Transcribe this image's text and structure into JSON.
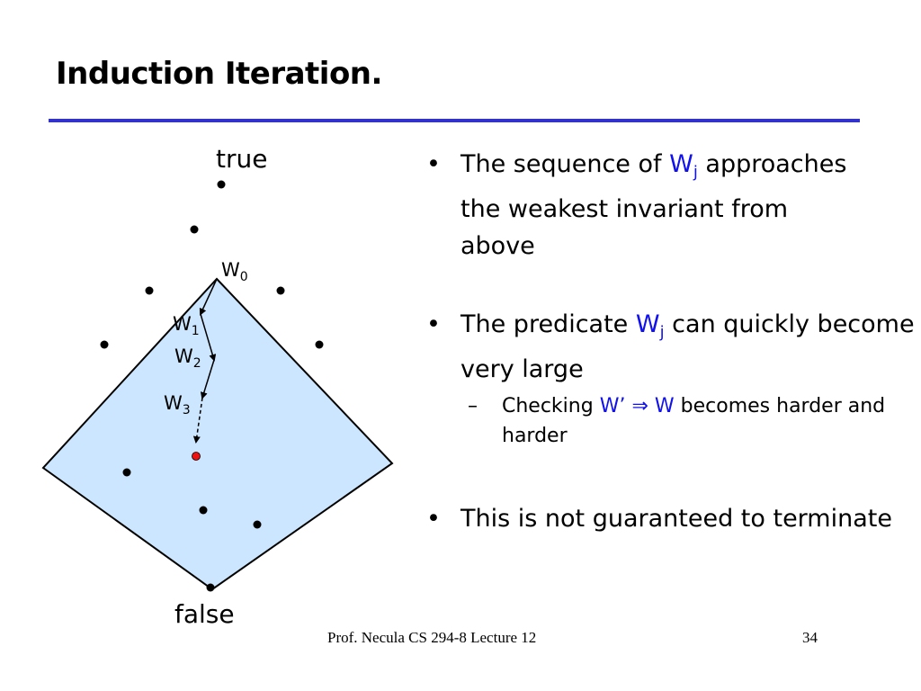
{
  "slide": {
    "title": "Induction Iteration.",
    "rule_color": "#3333cc"
  },
  "diagram": {
    "top_label": "true",
    "bottom_label": "false",
    "fill_color": "#cce6ff",
    "highlight_color": "#ee1111",
    "iterates": [
      {
        "base": "W",
        "sub": "0"
      },
      {
        "base": "W",
        "sub": "1"
      },
      {
        "base": "W",
        "sub": "2"
      },
      {
        "base": "W",
        "sub": "3"
      }
    ]
  },
  "bullets": [
    {
      "marker": "•",
      "pre": "The sequence of ",
      "var": "W",
      "var_sub": "j",
      "post": " approaches the weakest invariant from above"
    },
    {
      "marker": "•",
      "pre": "The predicate ",
      "var": "W",
      "var_sub": "j",
      "post": " can quickly become very large",
      "sub_items": [
        {
          "marker": "–",
          "pre": "Checking ",
          "var1": "W’",
          "arrow": "⇒",
          "var2": "W",
          "post": " becomes harder and harder"
        }
      ]
    },
    {
      "marker": "•",
      "text": "This is not guaranteed to terminate"
    }
  ],
  "footer": {
    "text": "Prof.  Necula  CS 294-8  Lecture 12",
    "page": "34"
  }
}
